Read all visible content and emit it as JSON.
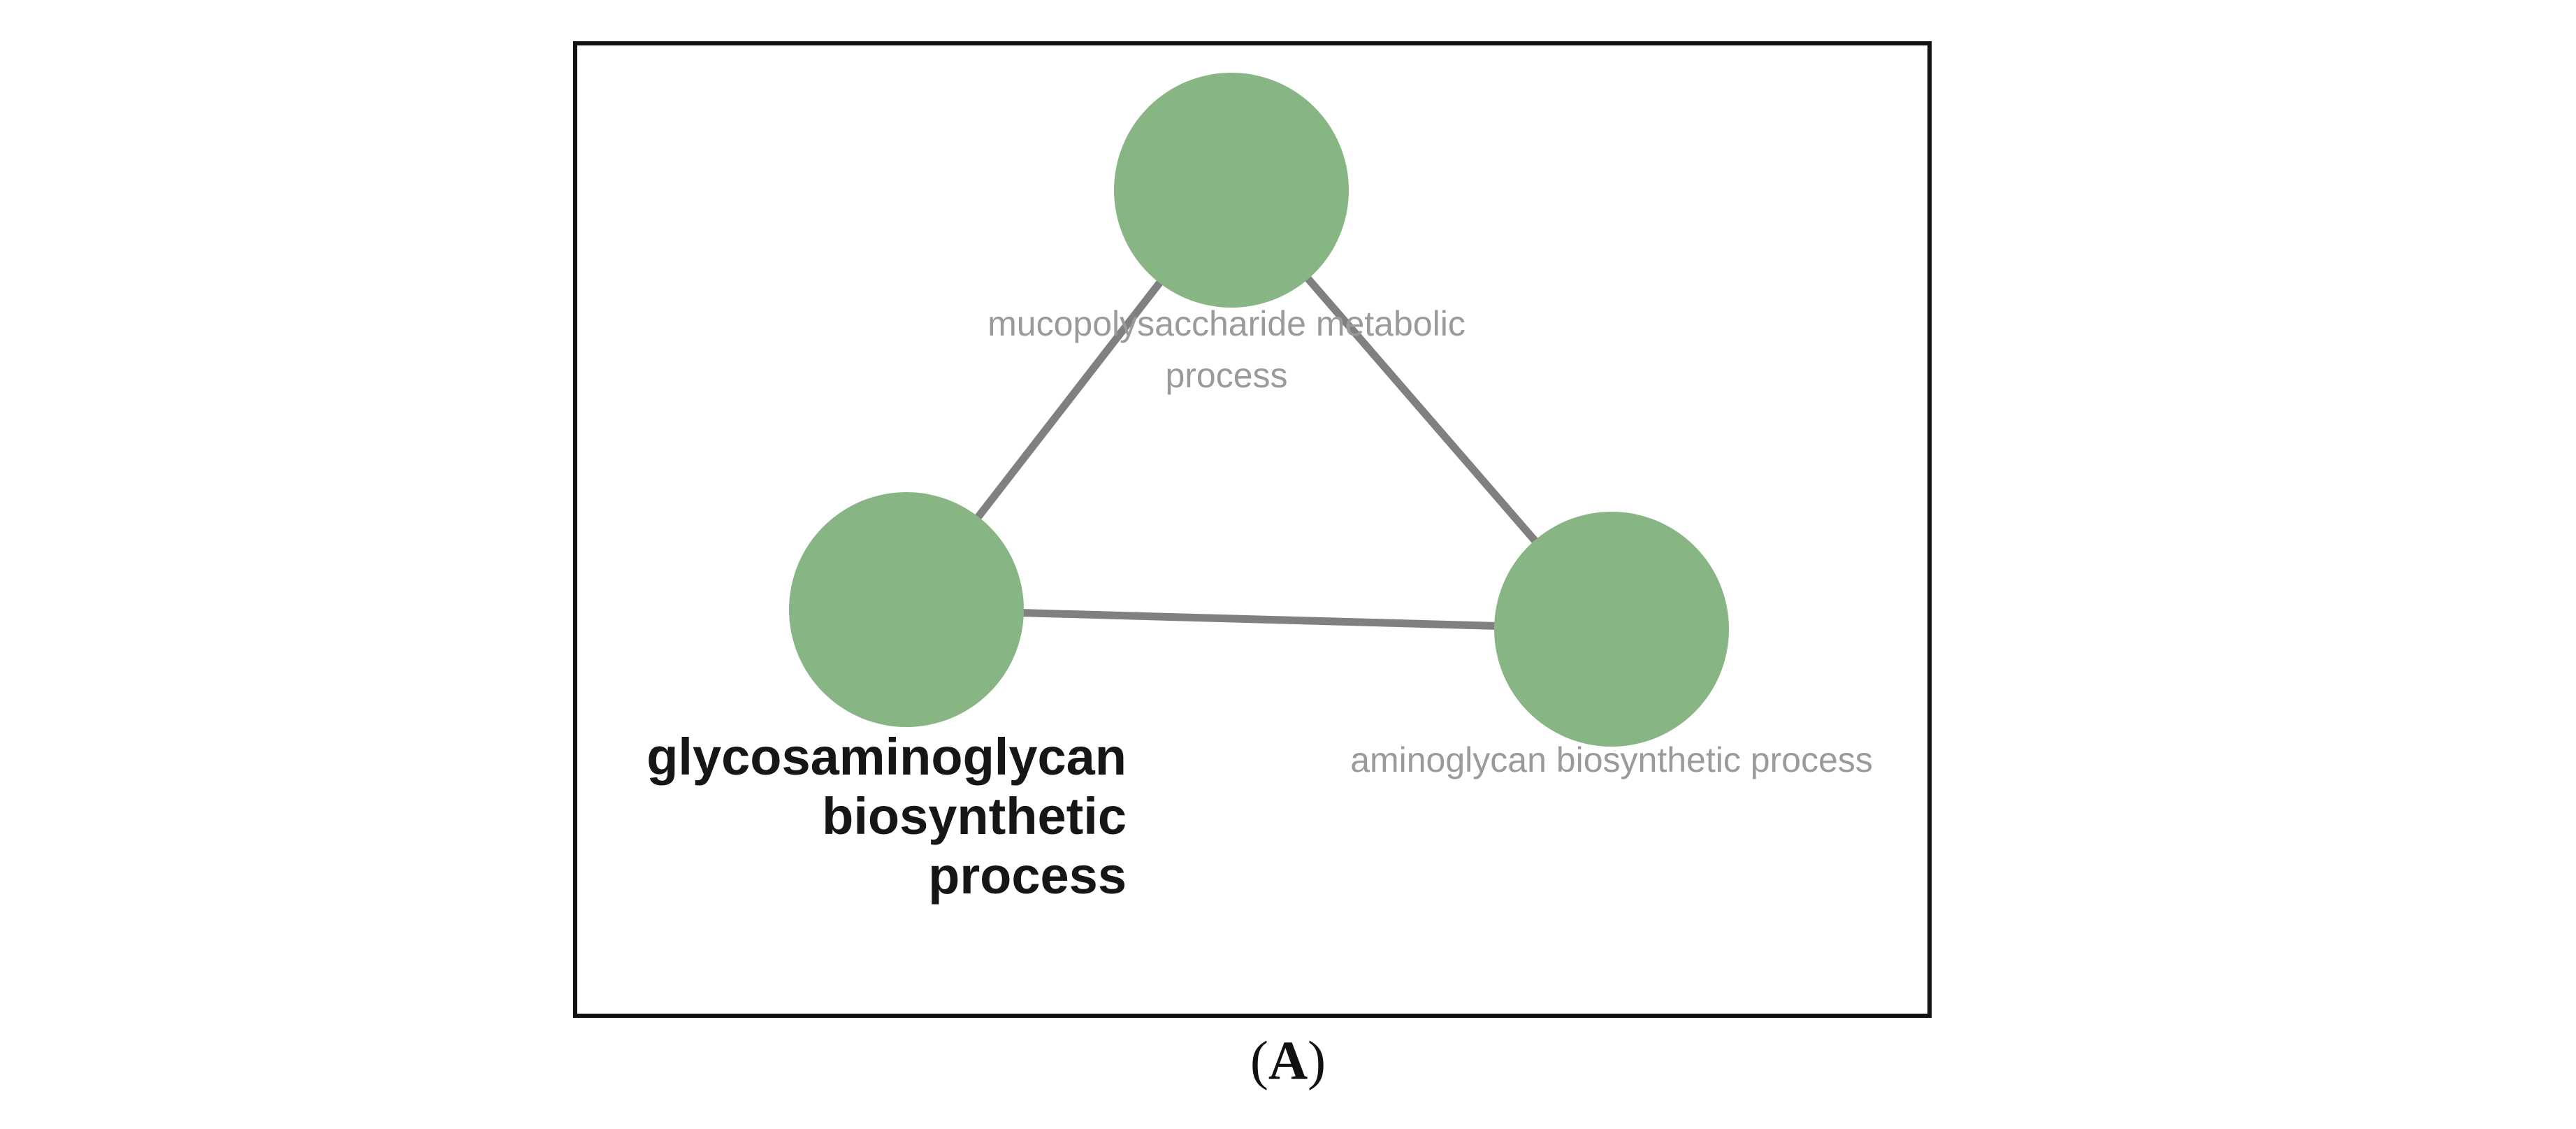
{
  "diagram": {
    "colors": {
      "node_fill": "#87b584",
      "edge": "#808080",
      "minor_label": "#9a9a9a",
      "major_label": "#161616",
      "frame": "#111111"
    },
    "nodes": [
      {
        "id": "mucopoly",
        "lines": [
          "mucopolysaccharide metabolic",
          "process"
        ],
        "emphasis": false
      },
      {
        "id": "glycos",
        "lines": [
          "glycosaminoglycan",
          "biosynthetic",
          "process"
        ],
        "emphasis": true
      },
      {
        "id": "aminogly",
        "lines": [
          "aminoglycan biosynthetic process"
        ],
        "emphasis": false
      }
    ],
    "edges": [
      {
        "from": "mucopoly",
        "to": "glycos"
      },
      {
        "from": "mucopoly",
        "to": "aminogly"
      },
      {
        "from": "glycos",
        "to": "aminogly"
      }
    ]
  },
  "panel_label": {
    "open": "(",
    "letter": "A",
    "close": ")"
  }
}
